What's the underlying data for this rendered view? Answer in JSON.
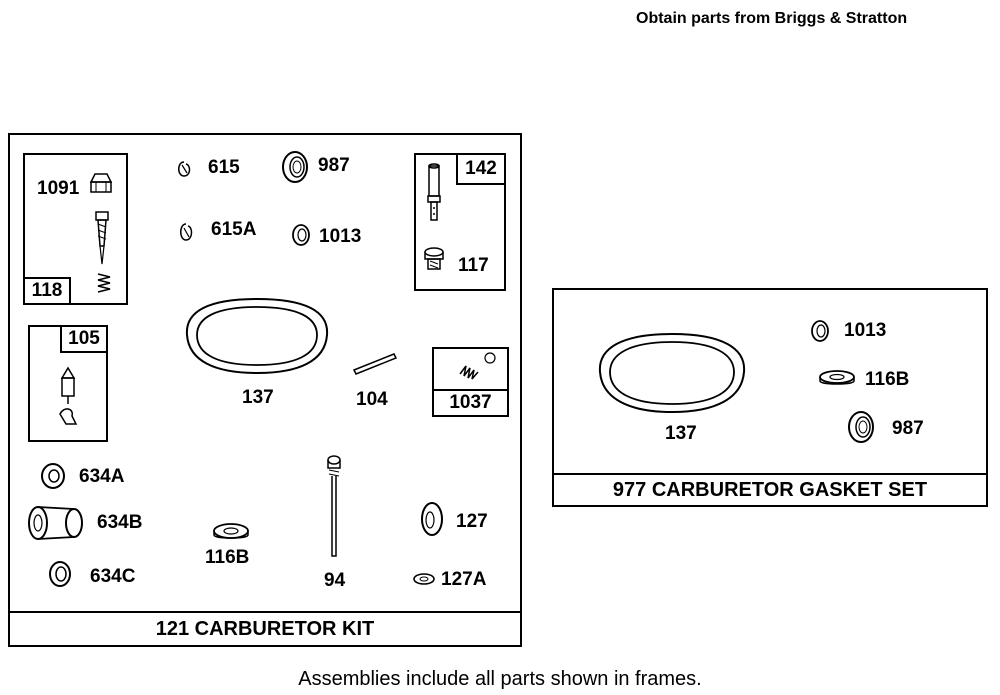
{
  "header": {
    "note": "Obtain parts from Briggs & Stratton"
  },
  "footer": {
    "note": "Assemblies include all parts shown in frames."
  },
  "kit": {
    "title": "121 CARBURETOR KIT",
    "sub_assemblies": {
      "a118": "118",
      "a105": "105",
      "a142": "142",
      "a1037": "1037"
    },
    "parts": {
      "p1091": "1091",
      "p615": "615",
      "p615a": "615A",
      "p987": "987",
      "p1013": "1013",
      "p117": "117",
      "p137": "137",
      "p104": "104",
      "p634a": "634A",
      "p634b": "634B",
      "p634c": "634C",
      "p116b": "116B",
      "p94": "94",
      "p127": "127",
      "p127a": "127A"
    }
  },
  "gasket_set": {
    "title": "977 CARBURETOR GASKET SET",
    "parts": {
      "p1013": "1013",
      "p116b": "116B",
      "p987": "987",
      "p137": "137"
    }
  }
}
